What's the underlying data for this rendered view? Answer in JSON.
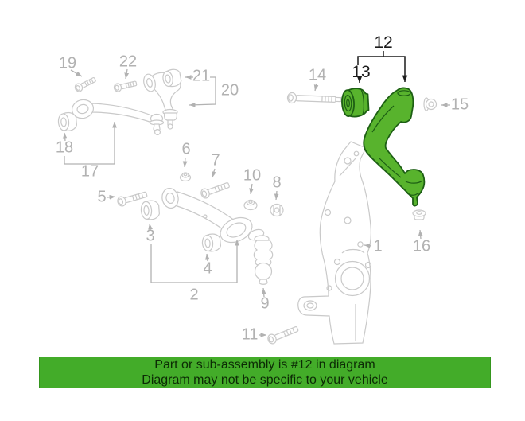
{
  "diagram": {
    "highlighted_part_number": "12",
    "callouts": [
      {
        "label": "1",
        "highlighted": false
      },
      {
        "label": "2",
        "highlighted": false
      },
      {
        "label": "3",
        "highlighted": false
      },
      {
        "label": "4",
        "highlighted": false
      },
      {
        "label": "5",
        "highlighted": false
      },
      {
        "label": "6",
        "highlighted": false
      },
      {
        "label": "7",
        "highlighted": false
      },
      {
        "label": "8",
        "highlighted": false
      },
      {
        "label": "9",
        "highlighted": false
      },
      {
        "label": "10",
        "highlighted": false
      },
      {
        "label": "11",
        "highlighted": false
      },
      {
        "label": "12",
        "highlighted": true
      },
      {
        "label": "13",
        "highlighted": true
      },
      {
        "label": "14",
        "highlighted": false
      },
      {
        "label": "15",
        "highlighted": false
      },
      {
        "label": "16",
        "highlighted": false
      },
      {
        "label": "17",
        "highlighted": false
      },
      {
        "label": "18",
        "highlighted": false
      },
      {
        "label": "19",
        "highlighted": false
      },
      {
        "label": "20",
        "highlighted": false
      },
      {
        "label": "21",
        "highlighted": false
      },
      {
        "label": "22",
        "highlighted": false
      }
    ]
  },
  "banner": {
    "line1": "Part or sub-assembly is #12 in diagram",
    "line2": "Diagram may not be specific to your vehicle"
  },
  "colors": {
    "lineart_gray": "#c9c9c9",
    "label_gray": "#b2b2b2",
    "label_black": "#1c1c1c",
    "part_fill": "#58b32d",
    "part_stroke": "#1d5f14",
    "banner_bg": "#43ac29",
    "banner_border": "#35961e",
    "banner_text": "#0c2b05"
  }
}
